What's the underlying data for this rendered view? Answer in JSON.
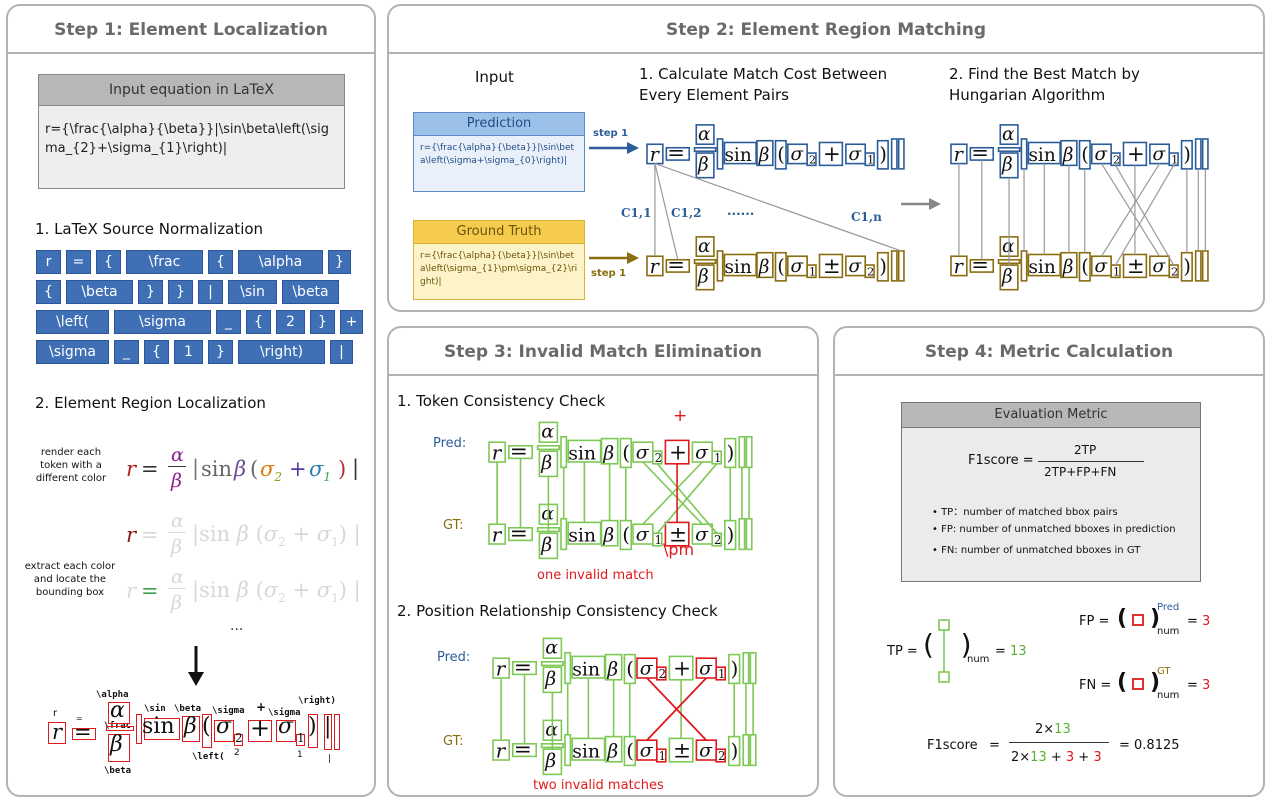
{
  "step1": {
    "title": "Step 1: Element Localization",
    "input_header": "Input equation in LaTeX",
    "input_latex": "r={\\frac{\\alpha}{\\beta}}|\\sin\\beta\\left(\\sigma_{2}+\\sigma_{1}\\right)|",
    "normalization_label": "1. LaTeX Source Normalization",
    "tokens": [
      [
        "r",
        "=",
        "{",
        "\\frac",
        "{",
        "\\alpha",
        "}"
      ],
      [
        "{",
        "\\beta",
        "}",
        "}",
        "|",
        "\\sin",
        "\\beta"
      ],
      [
        "\\left(",
        "\\sigma",
        "_",
        "{",
        "2",
        "}",
        "+"
      ],
      [
        "\\sigma",
        "_",
        "{",
        "1",
        "}",
        "\\right)",
        "|"
      ]
    ],
    "localization_label": "2. Element Region Localization",
    "render_note": "render each token with a different color",
    "extract_note": "extract each color and locate the bounding box",
    "ellipsis": "...",
    "token_labels": {
      "alpha": "\\alpha",
      "frac": "\\frac",
      "beta": "\\beta",
      "sin": "\\sin",
      "beta2": "\\beta",
      "sigma": "\\sigma",
      "plus": "+",
      "sigma2": "\\sigma",
      "right": "\\right)",
      "left": "\\left(",
      "two": "2",
      "one": "1",
      "bar": "|",
      "r": "r",
      "eq": "="
    }
  },
  "step2": {
    "title": "Step 2: Element Region Matching",
    "input_label": "Input",
    "prediction_header": "Prediction",
    "prediction_latex": "r={\\frac{\\alpha}{\\beta}}|\\sin\\beta\\left(\\sigma+\\sigma_{0}\\right)|",
    "gt_header": "Ground Truth",
    "gt_latex": "r={\\frac{\\alpha}{\\beta}}|\\sin\\beta\\left(\\sigma_{1}\\pm\\sigma_{2}\\right)|",
    "step_label": "step 1",
    "calc_label": "1. Calculate Match Cost Between Every Element Pairs",
    "best_label": "2. Find the Best Match by Hungarian Algorithm",
    "c11": "C1,1",
    "c12": "C1,2",
    "dots": "......",
    "c1n": "C1,n"
  },
  "step3": {
    "title": "Step 3: Invalid Match Elimination",
    "token_check": "1. Token Consistency Check",
    "pred_label": "Pred:",
    "gt_label": "GT:",
    "plus_mark": "+",
    "pm_mark": "\\pm",
    "one_invalid": "one invalid match",
    "position_check": "2. Position Relationship Consistency Check",
    "two_invalid": "two invalid matches"
  },
  "step4": {
    "title": "Step 4: Metric Calculation",
    "metric_header": "Evaluation Metric",
    "f1_label": "F1score =",
    "numerator": "2TP",
    "denominator": "2TP+FP+FN",
    "bullets": [
      "TP：number of matched bbox pairs",
      "FP: number of unmatched bboxes in prediction",
      "FN: number of unmatched bboxes in GT"
    ],
    "tp_label": "TP =",
    "tp_sub": "num",
    "tp_value": "= 13",
    "fp_label": "FP =",
    "fp_sup": "Pred",
    "fp_sub": "num",
    "fp_value": "3",
    "fn_label": "FN =",
    "fn_sup": "GT",
    "fn_sub": "num",
    "fn_value": "3",
    "f1_final_label": "F1score",
    "eq": "=",
    "num_final_a": "2×",
    "num_final_b": "13",
    "den_a": "2×",
    "den_b": "13",
    "den_c": " + ",
    "den_d": "3",
    "den_e": " + ",
    "den_f": "3",
    "result": "= 0.8125"
  },
  "colors": {
    "pred_blue": "#2c5d99",
    "gt_gold": "#8a6d10",
    "match_green": "#7ec855",
    "invalid_red": "#e0191c",
    "token_blue": "#3f6fb5"
  }
}
